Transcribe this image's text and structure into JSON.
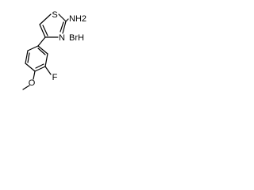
{
  "molecule": {
    "atoms": {
      "sulfur": "S",
      "ring_nitrogen": "N",
      "amine": "NH2",
      "fluorine": "F",
      "methoxy_oxygen": "O",
      "salt": "BrH"
    }
  }
}
